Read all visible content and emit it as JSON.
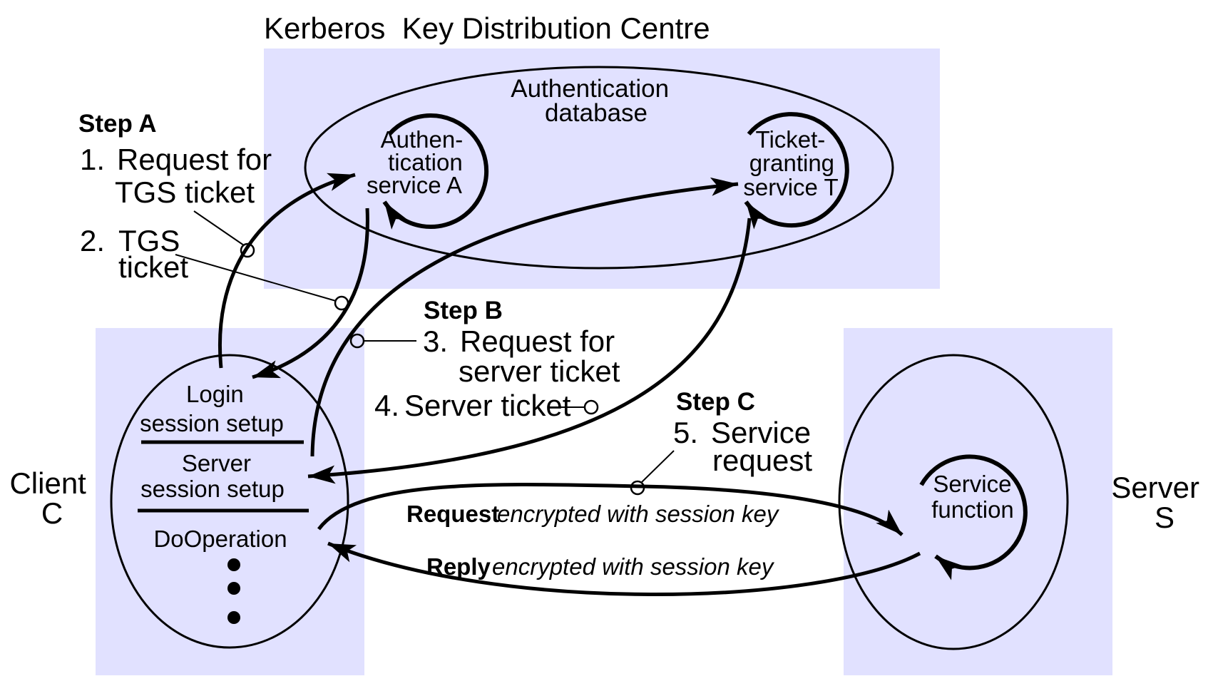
{
  "colors": {
    "region": "#e1e1ff",
    "ink": "#000000",
    "background": "#ffffff"
  },
  "kdc": {
    "title": "Kerberos  Key Distribution Centre",
    "database_label": [
      "Authentication",
      "database"
    ],
    "auth_service_label": [
      "Authen-",
      "tication",
      "service A"
    ],
    "tgs_label": [
      "Ticket-",
      "granting",
      "service T"
    ]
  },
  "client": {
    "label": [
      "Client",
      "C"
    ],
    "sections": {
      "login": [
        "Login",
        "session setup"
      ],
      "server": [
        "Server",
        "session setup"
      ],
      "operation": "DoOperation"
    },
    "continuation": "⋮"
  },
  "server": {
    "label": [
      "Server",
      "S"
    ],
    "service_label": [
      "Service",
      "function"
    ]
  },
  "steps": {
    "a": {
      "title": "Step A",
      "item1": {
        "num": "1.",
        "lines": [
          "Request for",
          "TGS ticket"
        ]
      },
      "item2": {
        "num": "2.",
        "lines": [
          "TGS",
          "ticket"
        ]
      }
    },
    "b": {
      "title": "Step B",
      "item3": {
        "num": "3.",
        "lines": [
          "Request for",
          "server ticket"
        ]
      },
      "item4": {
        "num": "4.",
        "text": "Server ticket"
      }
    },
    "c": {
      "title": "Step C",
      "item5": {
        "num": "5.",
        "lines": [
          "Service",
          "request"
        ]
      }
    }
  },
  "messages": {
    "request": {
      "bold": "Request",
      "italic": "encrypted with session key"
    },
    "reply": {
      "bold": "Reply",
      "italic": "encrypted with session key"
    }
  }
}
